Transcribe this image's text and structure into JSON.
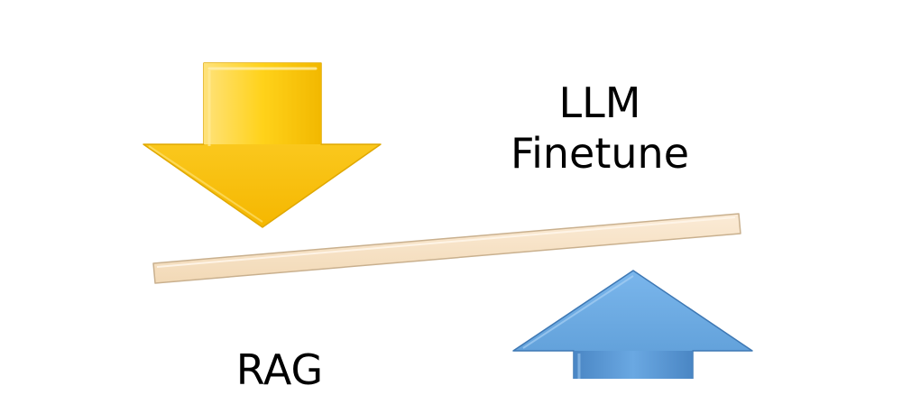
{
  "labels": {
    "top_right_line1": "LLM",
    "top_right_line2": "Finetune",
    "bottom_left": "RAG"
  },
  "shapes": {
    "down_arrow": {
      "icon": "arrow-down-icon",
      "color": "#FFC000"
    },
    "up_arrow": {
      "icon": "arrow-up-icon",
      "color": "#5B9BD5"
    },
    "balance_beam": {
      "color": "#F8E4C8"
    }
  }
}
